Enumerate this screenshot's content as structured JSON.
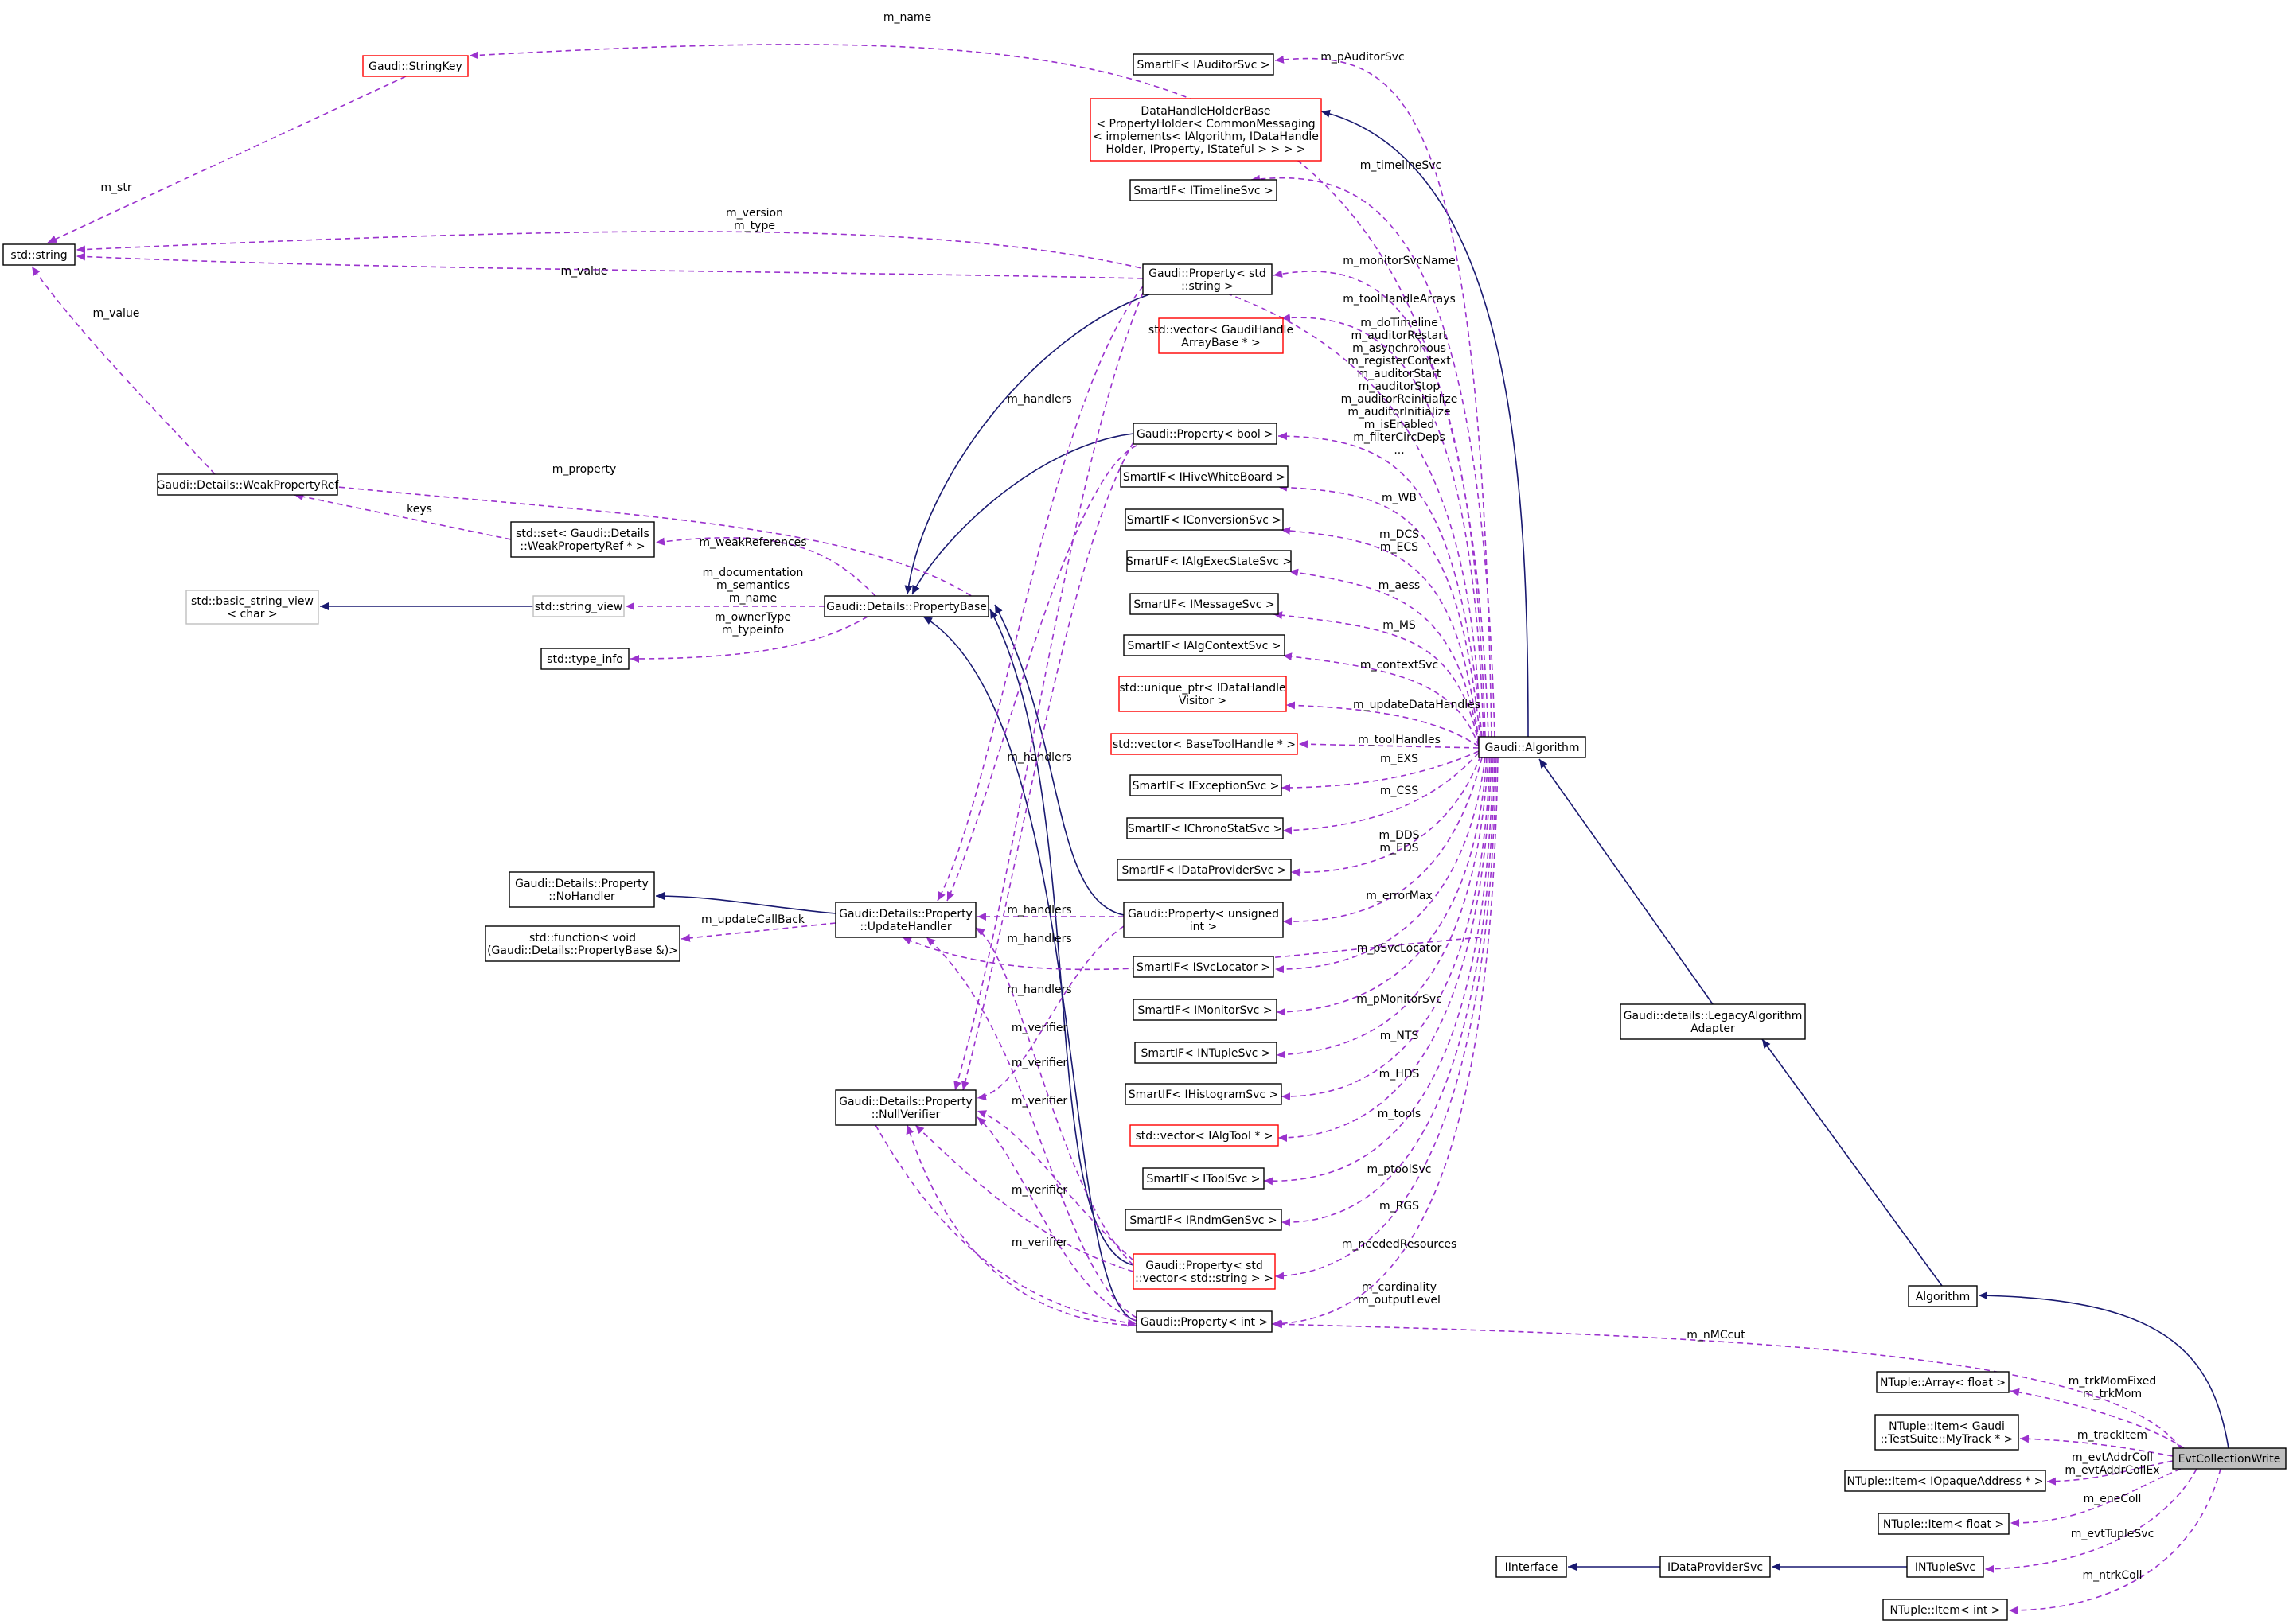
{
  "colors": {
    "inherit": "#191970",
    "member": "#9a32cd",
    "node_border": "#000000",
    "node_border_red": "#ff0000",
    "node_border_gray": "#bfbfbf",
    "highlight_fill": "#bfbfbf"
  },
  "nodes": [
    {
      "id": "stringkey",
      "lines": [
        "Gaudi::StringKey"
      ],
      "border": "red"
    },
    {
      "id": "stdstring",
      "lines": [
        "std::string"
      ],
      "border": "black"
    },
    {
      "id": "auditorsvc",
      "lines": [
        "SmartIF< IAuditorSvc >"
      ],
      "border": "black"
    },
    {
      "id": "dhhb",
      "lines": [
        "DataHandleHolderBase",
        "< PropertyHolder< CommonMessaging",
        "< implements< IAlgorithm, IDataHandle",
        "Holder, IProperty, IStateful > > > >"
      ],
      "border": "red"
    },
    {
      "id": "timelinesvc",
      "lines": [
        "SmartIF< ITimelineSvc >"
      ],
      "border": "black"
    },
    {
      "id": "propstring",
      "lines": [
        "Gaudi::Property< std",
        "::string >"
      ],
      "border": "black"
    },
    {
      "id": "vecgaudihandle",
      "lines": [
        "std::vector< GaudiHandle",
        "ArrayBase * >"
      ],
      "border": "red"
    },
    {
      "id": "propbool",
      "lines": [
        "Gaudi::Property< bool >"
      ],
      "border": "black"
    },
    {
      "id": "weakpropref",
      "lines": [
        "Gaudi::Details::WeakPropertyRef"
      ],
      "border": "black"
    },
    {
      "id": "setweak",
      "lines": [
        "std::set< Gaudi::Details",
        "::WeakPropertyRef * >"
      ],
      "border": "black"
    },
    {
      "id": "basicsv",
      "lines": [
        "std::basic_string_view",
        "< char >"
      ],
      "border": "gray"
    },
    {
      "id": "stringview",
      "lines": [
        "std::string_view"
      ],
      "border": "gray"
    },
    {
      "id": "propbase",
      "lines": [
        "Gaudi::Details::PropertyBase"
      ],
      "border": "black"
    },
    {
      "id": "typeinfo",
      "lines": [
        "std::type_info"
      ],
      "border": "black"
    },
    {
      "id": "hivewb",
      "lines": [
        "SmartIF< IHiveWhiteBoard >"
      ],
      "border": "black"
    },
    {
      "id": "convsvc",
      "lines": [
        "SmartIF< IConversionSvc >"
      ],
      "border": "black"
    },
    {
      "id": "algexec",
      "lines": [
        "SmartIF< IAlgExecStateSvc >"
      ],
      "border": "black"
    },
    {
      "id": "msgsvc",
      "lines": [
        "SmartIF< IMessageSvc >"
      ],
      "border": "black"
    },
    {
      "id": "algctx",
      "lines": [
        "SmartIF< IAlgContextSvc >"
      ],
      "border": "black"
    },
    {
      "id": "uniqueptr",
      "lines": [
        "std::unique_ptr< IDataHandle",
        "Visitor >"
      ],
      "border": "red"
    },
    {
      "id": "vecbasetool",
      "lines": [
        "std::vector< BaseToolHandle * >"
      ],
      "border": "red"
    },
    {
      "id": "excsvc",
      "lines": [
        "SmartIF< IExceptionSvc >"
      ],
      "border": "black"
    },
    {
      "id": "chronosvc",
      "lines": [
        "SmartIF< IChronoStatSvc >"
      ],
      "border": "black"
    },
    {
      "id": "dataprovsvc",
      "lines": [
        "SmartIF< IDataProviderSvc >"
      ],
      "border": "black"
    },
    {
      "id": "nohandler",
      "lines": [
        "Gaudi::Details::Property",
        "::NoHandler"
      ],
      "border": "black"
    },
    {
      "id": "updatehandler",
      "lines": [
        "Gaudi::Details::Property",
        "::UpdateHandler"
      ],
      "border": "black"
    },
    {
      "id": "stdfunction",
      "lines": [
        "std::function< void",
        "(Gaudi::Details::PropertyBase &)>"
      ],
      "border": "black"
    },
    {
      "id": "propunsigned",
      "lines": [
        "Gaudi::Property< unsigned",
        "int >"
      ],
      "border": "black"
    },
    {
      "id": "svclocator",
      "lines": [
        "SmartIF< ISvcLocator >"
      ],
      "border": "black"
    },
    {
      "id": "monitorsvc",
      "lines": [
        "SmartIF< IMonitorSvc >"
      ],
      "border": "black"
    },
    {
      "id": "ntuplesvcsi",
      "lines": [
        "SmartIF< INTupleSvc >"
      ],
      "border": "black"
    },
    {
      "id": "histsvc",
      "lines": [
        "SmartIF< IHistogramSvc >"
      ],
      "border": "black"
    },
    {
      "id": "nullverifier",
      "lines": [
        "Gaudi::Details::Property",
        "::NullVerifier"
      ],
      "border": "black"
    },
    {
      "id": "vecalgtool",
      "lines": [
        "std::vector< IAlgTool * >"
      ],
      "border": "red"
    },
    {
      "id": "toolsvc",
      "lines": [
        "SmartIF< IToolSvc >"
      ],
      "border": "black"
    },
    {
      "id": "rndmsvc",
      "lines": [
        "SmartIF< IRndmGenSvc >"
      ],
      "border": "black"
    },
    {
      "id": "propvecstring",
      "lines": [
        "Gaudi::Property< std",
        "::vector< std::string > >"
      ],
      "border": "red"
    },
    {
      "id": "propint",
      "lines": [
        "Gaudi::Property< int >"
      ],
      "border": "black"
    },
    {
      "id": "algorithm_g",
      "lines": [
        "Gaudi::Algorithm"
      ],
      "border": "black"
    },
    {
      "id": "legacy",
      "lines": [
        "Gaudi::details::LegacyAlgorithm",
        "Adapter"
      ],
      "border": "black"
    },
    {
      "id": "algorithm",
      "lines": [
        "Algorithm"
      ],
      "border": "black"
    },
    {
      "id": "arrayfloat",
      "lines": [
        "NTuple::Array< float >"
      ],
      "border": "black"
    },
    {
      "id": "itemmytrack",
      "lines": [
        "NTuple::Item< Gaudi",
        "::TestSuite::MyTrack * >"
      ],
      "border": "black"
    },
    {
      "id": "itemopaque",
      "lines": [
        "NTuple::Item< IOpaqueAddress * >"
      ],
      "border": "black"
    },
    {
      "id": "itemfloat",
      "lines": [
        "NTuple::Item< float >"
      ],
      "border": "black"
    },
    {
      "id": "iinterface",
      "lines": [
        "IInterface"
      ],
      "border": "black"
    },
    {
      "id": "idataprovider",
      "lines": [
        "IDataProviderSvc"
      ],
      "border": "black"
    },
    {
      "id": "intuplesvc",
      "lines": [
        "INTupleSvc"
      ],
      "border": "black"
    },
    {
      "id": "itemint",
      "lines": [
        "NTuple::Item< int >"
      ],
      "border": "black"
    },
    {
      "id": "evtcoll",
      "lines": [
        "EvtCollectionWrite"
      ],
      "border": "black",
      "highlight": true
    }
  ],
  "edge_labels": {
    "m_name": "m_name",
    "m_str": "m_str",
    "m_version_type": [
      "m_version",
      "m_type"
    ],
    "m_value_top": "m_value",
    "m_value_left": "m_value",
    "m_pAuditorSvc": "m_pAuditorSvc",
    "m_timelineSvc": "m_timelineSvc",
    "m_monitorSvcName": "m_monitorSvcName",
    "m_toolHandleArrays": "m_toolHandleArrays",
    "bool_members": [
      "m_doTimeline",
      "m_auditorRestart",
      "m_asynchronous",
      "m_registerContext",
      "m_auditorStart",
      "m_auditorStop",
      "m_auditorReinitialize",
      "m_auditorInitialize",
      "m_isEnabled",
      "m_filterCircDeps",
      "..."
    ],
    "m_property": "m_property",
    "keys": "keys",
    "m_weakReferences": "m_weakReferences",
    "doc_sem_name": [
      "m_documentation",
      "m_semantics",
      "m_name"
    ],
    "owner_typeinfo": [
      "m_ownerType",
      "m_typeinfo"
    ],
    "m_handlers": "m_handlers",
    "m_WB": "m_WB",
    "m_DCS_ECS": [
      "m_DCS",
      "m_ECS"
    ],
    "m_aess": "m_aess",
    "m_MS": "m_MS",
    "m_contextSvc": "m_contextSvc",
    "m_updateDataHandles": "m_updateDataHandles",
    "m_toolHandles": "m_toolHandles",
    "m_EXS": "m_EXS",
    "m_CSS": "m_CSS",
    "m_DDS_EDS": [
      "m_DDS",
      "m_EDS"
    ],
    "m_updateCallBack": "m_updateCallBack",
    "m_errorMax": "m_errorMax",
    "m_pSvcLocator": "m_pSvcLocator",
    "m_pMonitorSvc": "m_pMonitorSvc",
    "m_NTS": "m_NTS",
    "m_HDS": "m_HDS",
    "m_verifier": "m_verifier",
    "m_tools": "m_tools",
    "m_ptoolSvc": "m_ptoolSvc",
    "m_RGS": "m_RGS",
    "m_neededResources": "m_neededResources",
    "m_cardinality_outputLevel": [
      "m_cardinality",
      "m_outputLevel"
    ],
    "m_nMCcut": "m_nMCcut",
    "m_trkMom": [
      "m_trkMomFixed",
      "m_trkMom"
    ],
    "m_trackItem": "m_trackItem",
    "m_evtAddrColl": [
      "m_evtAddrColl",
      "m_evtAddrCollEx"
    ],
    "m_eneColl": "m_eneColl",
    "m_evtTupleSvc": "m_evtTupleSvc",
    "m_ntrkColl": "m_ntrkColl"
  }
}
